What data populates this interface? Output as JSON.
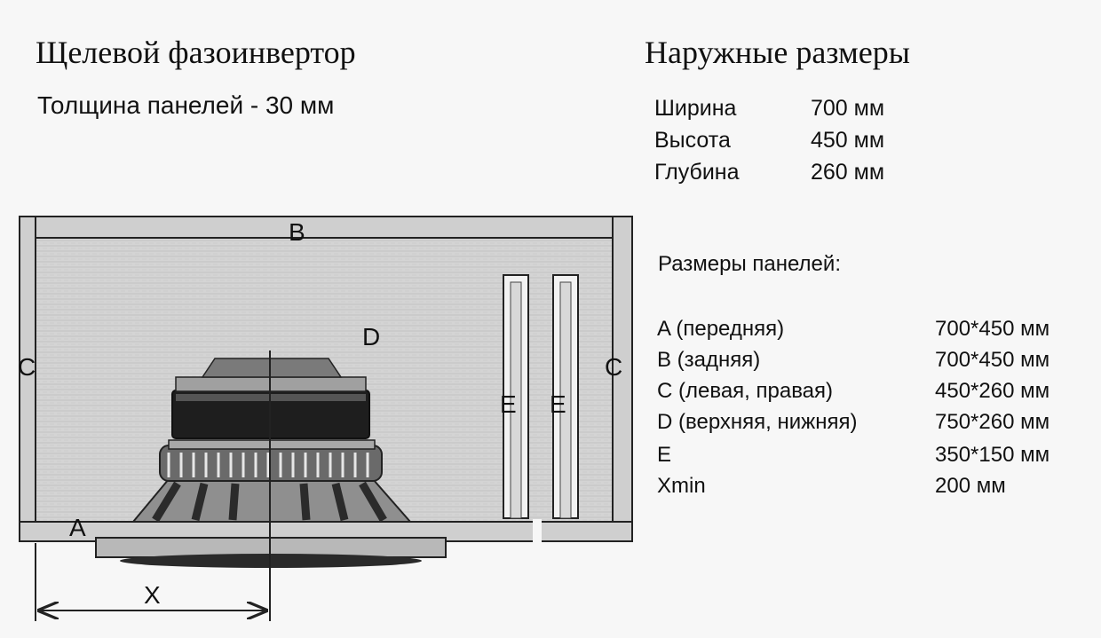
{
  "title": "Щелевой фазоинвертор",
  "subtitle": "Толщина панелей - 30 мм",
  "outer_dimensions": {
    "heading": "Наружные размеры",
    "rows": [
      {
        "label": "Ширина",
        "value": "700 мм"
      },
      {
        "label": "Высота",
        "value": "450 мм"
      },
      {
        "label": "Глубина",
        "value": "260 мм"
      }
    ]
  },
  "panel_sizes": {
    "heading": "Размеры панелей:",
    "rows": [
      {
        "label": "A (передняя)",
        "value": "700*450 мм"
      },
      {
        "label": "B (задняя)",
        "value": "700*450 мм"
      },
      {
        "label": "C (левая, правая)",
        "value": "450*260 мм"
      },
      {
        "label": "D (верхняя, нижняя)",
        "value": "750*260 мм"
      },
      {
        "label": "E",
        "value": "350*150 мм"
      },
      {
        "label": "Xmin",
        "value": "200 мм"
      }
    ]
  },
  "diagram_labels": {
    "a": "A",
    "b": "B",
    "c_left": "C",
    "c_right": "C",
    "d": "D",
    "e1": "E",
    "e2": "E",
    "x": "X"
  },
  "colors": {
    "panel": "#c9c9c9",
    "inner": "#d3d3d3",
    "line": "#222222",
    "speaker_dark": "#1c1c1c",
    "speaker_mid": "#8a8a8a"
  }
}
